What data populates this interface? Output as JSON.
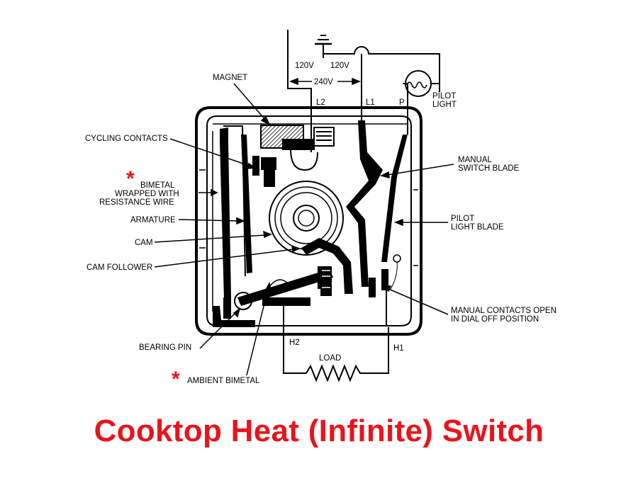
{
  "title": "Cooktop Heat (Infinite) Switch",
  "colors": {
    "title": "#e8141c",
    "asterisk": "#e8141c",
    "ink": "#000000"
  },
  "labels": {
    "v120_left": "120V",
    "v120_right": "120V",
    "v240": "240V",
    "l2": "L2",
    "l1": "L1",
    "p": "P",
    "magnet": "MAGNET",
    "pilot_light": [
      "PILOT",
      "LIGHT"
    ],
    "cycling_contacts": "CYCLING CONTACTS",
    "bimetal": [
      "BIMETAL",
      "WRAPPED WITH",
      "RESISTANCE WIRE"
    ],
    "armature": "ARMATURE",
    "cam": "CAM",
    "cam_follower": "CAM FOLLOWER",
    "manual_switch_blade": [
      "MANUAL",
      "SWITCH BLADE"
    ],
    "pilot_light_blade": [
      "PILOT",
      "LIGHT BLADE"
    ],
    "manual_contacts": [
      "MANUAL CONTACTS OPEN",
      "IN DIAL OFF POSITION"
    ],
    "bearing_pin": "BEARING PIN",
    "ambient_bimetal": "AMBIENT BIMETAL",
    "h2": "H2",
    "h1": "H1",
    "load": "LOAD",
    "asterisk": "*"
  }
}
